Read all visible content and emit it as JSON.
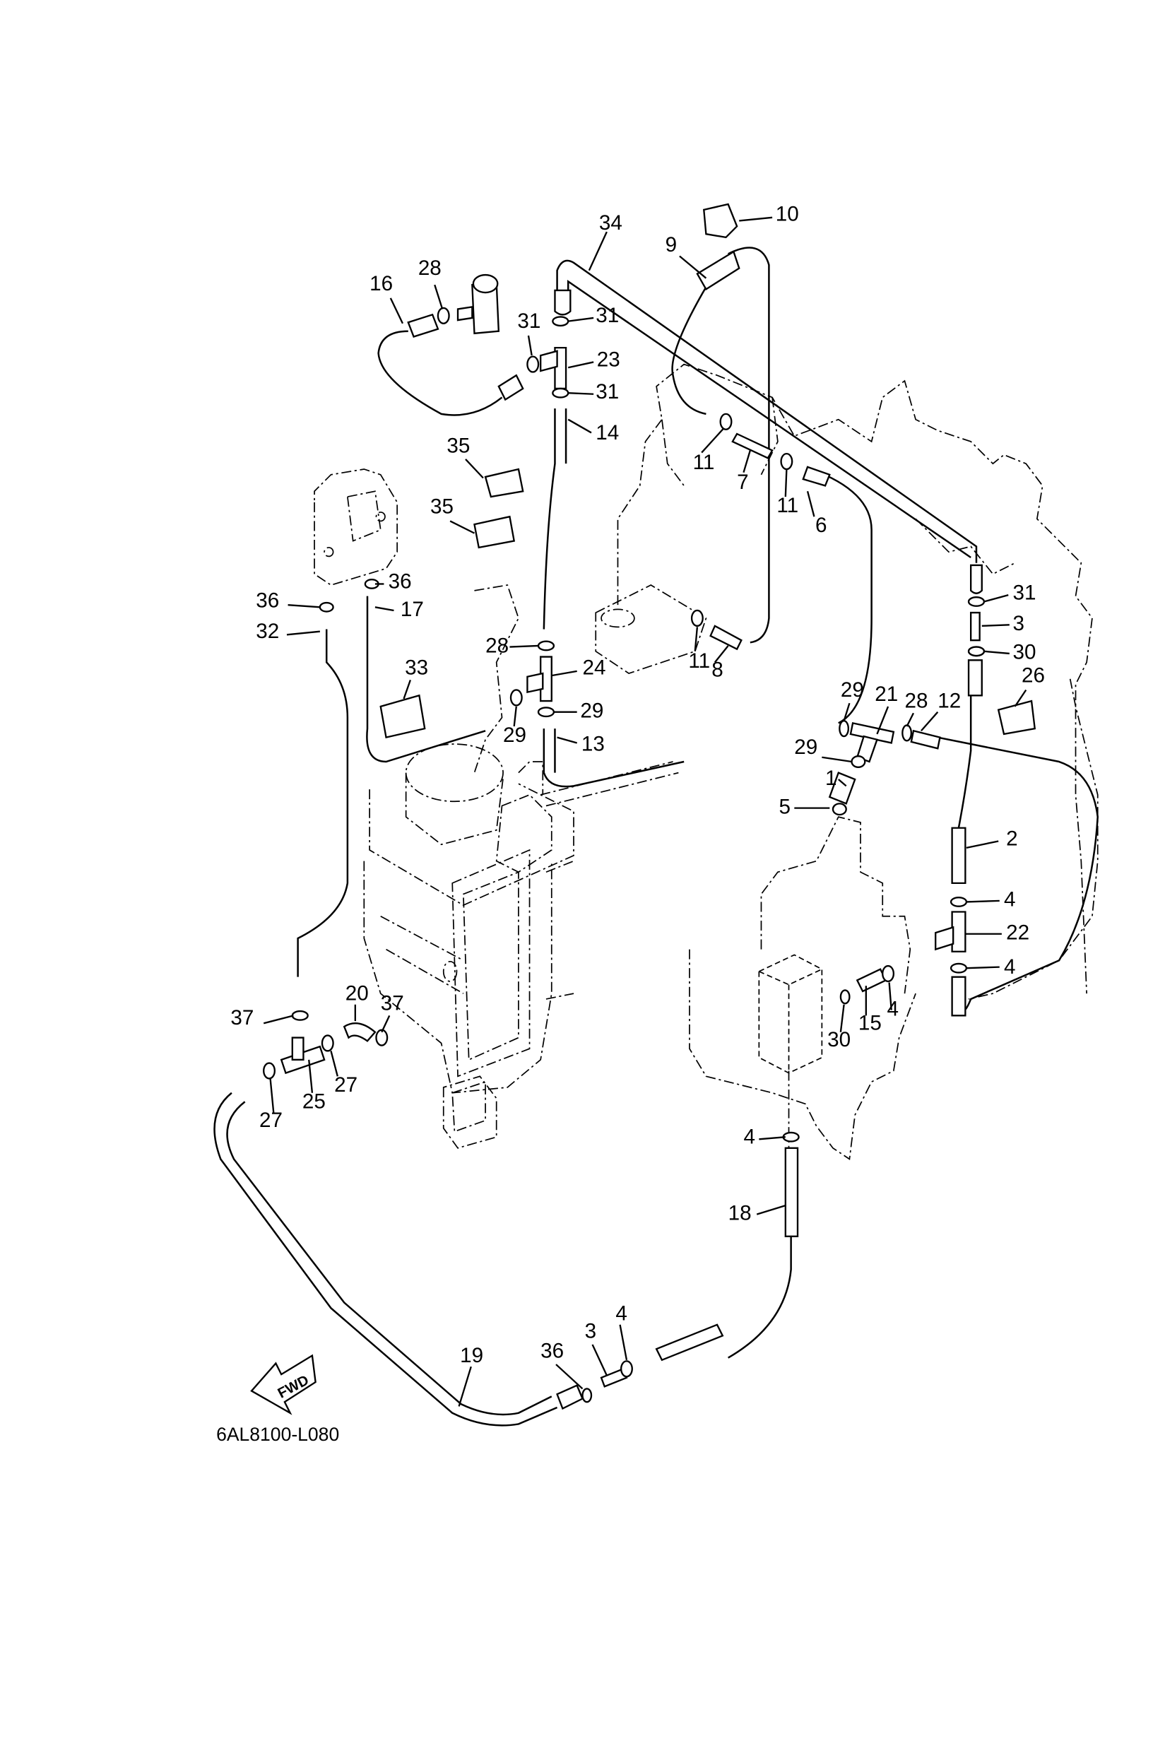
{
  "diagram": {
    "title": "Fuel line exploded parts diagram",
    "drawing_code": "6AL8100-L080",
    "direction_arrow_label": "FWD",
    "callouts": [
      "1",
      "2",
      "3",
      "3",
      "4",
      "4",
      "4",
      "4",
      "4",
      "5",
      "6",
      "7",
      "8",
      "9",
      "10",
      "11",
      "11",
      "11",
      "12",
      "13",
      "14",
      "15",
      "16",
      "17",
      "18",
      "19",
      "20",
      "21",
      "22",
      "23",
      "24",
      "25",
      "26",
      "27",
      "27",
      "28",
      "28",
      "28",
      "29",
      "29",
      "29",
      "29",
      "30",
      "30",
      "31",
      "31",
      "31",
      "31",
      "32",
      "33",
      "34",
      "35",
      "35",
      "36",
      "36",
      "36",
      "37",
      "37"
    ],
    "part_numbers": [
      1,
      2,
      3,
      4,
      5,
      6,
      7,
      8,
      9,
      10,
      11,
      12,
      13,
      14,
      15,
      16,
      17,
      18,
      19,
      20,
      21,
      22,
      23,
      24,
      25,
      26,
      27,
      28,
      29,
      30,
      31,
      32,
      33,
      34,
      35,
      36,
      37
    ]
  }
}
